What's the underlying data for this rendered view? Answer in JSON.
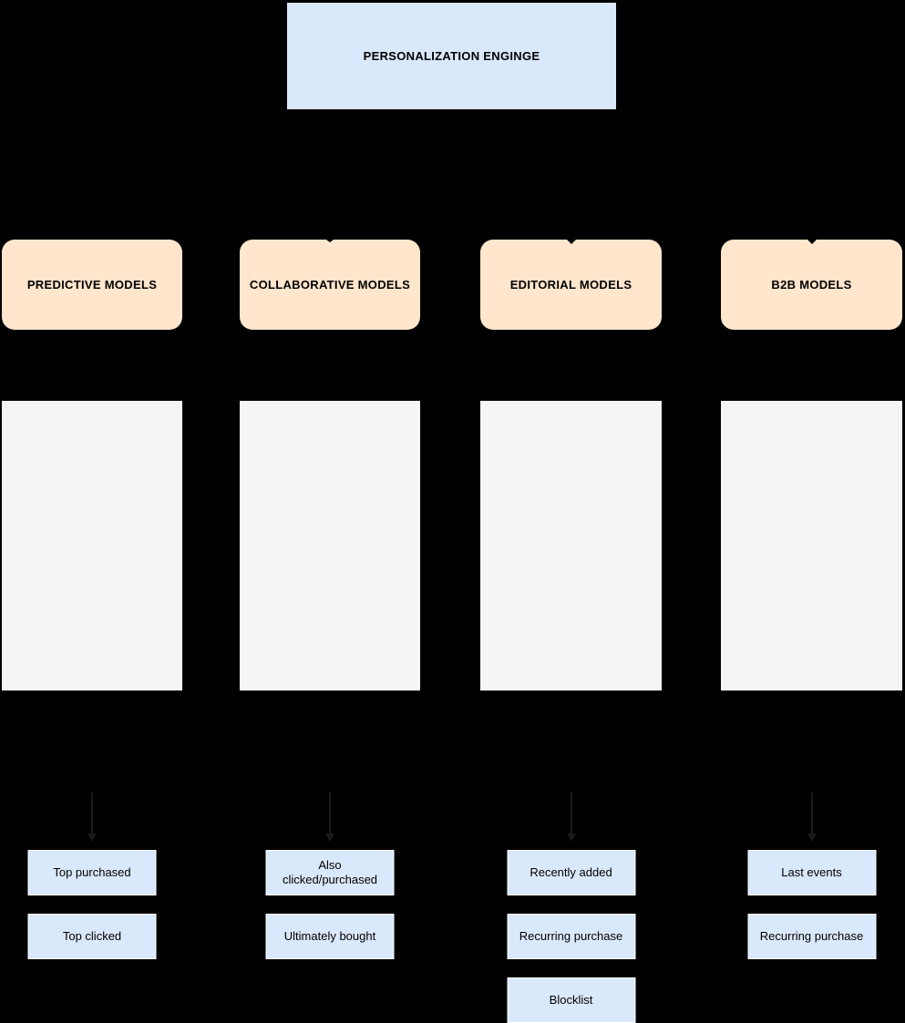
{
  "diagram": {
    "engine": {
      "label": "PERSONALIZATION ENGINGE"
    },
    "groups": [
      {
        "label": "PREDICTIVE MODELS",
        "items": [
          "Top purchased",
          "Top clicked"
        ]
      },
      {
        "label": "COLLABORATIVE MODELS",
        "items": [
          "Also clicked/purchased",
          "Ultimately bought"
        ]
      },
      {
        "label": "EDITORIAL MODELS",
        "items": [
          "Recently added",
          "Recurring purchase",
          "Blocklist"
        ]
      },
      {
        "label": "B2B MODELS",
        "items": [
          "Last events",
          "Recurring purchase"
        ]
      }
    ],
    "colors": {
      "background": "#000000",
      "engine_fill": "#dae8fc",
      "model_header_fill": "#ffe6cc",
      "column_fill": "#f5f5f5",
      "item_fill": "#dae8fc",
      "arrow": "#1a1a1a"
    }
  }
}
